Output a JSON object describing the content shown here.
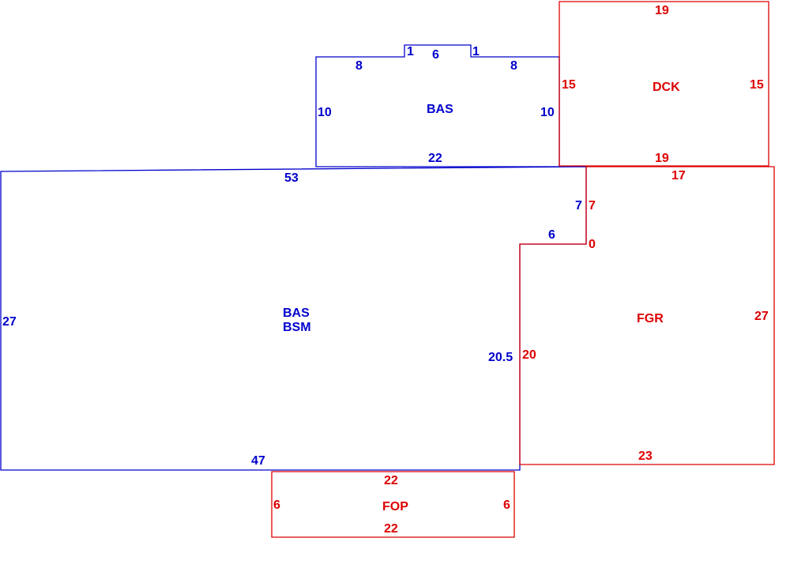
{
  "colors": {
    "living": "#0000cc",
    "other": "#dd0000"
  },
  "areas": {
    "bas_upper": {
      "label": "BAS"
    },
    "bas_main": {
      "label_line1": "BAS",
      "label_line2": "BSM"
    },
    "dck": {
      "label": "DCK"
    },
    "fgr": {
      "label": "FGR"
    },
    "fop": {
      "label": "FOP"
    }
  },
  "dims": {
    "bas_upper_left_top": "8",
    "bas_upper_step_left": "1",
    "bas_upper_notch_top": "6",
    "bas_upper_step_right": "1",
    "bas_upper_right_top": "8",
    "bas_upper_left": "10",
    "bas_upper_right": "10",
    "bas_upper_bottom": "22",
    "bas_main_top": "53",
    "bas_main_left": "27",
    "bas_main_bottom": "47",
    "bas_main_right_upper": "7",
    "bas_main_notch": "6",
    "bas_main_right_lower": "20.5",
    "dck_top": "19",
    "dck_left": "15",
    "dck_right": "15",
    "dck_bottom": "19",
    "fgr_top": "17",
    "fgr_left_upper": "7",
    "fgr_zero": "0",
    "fgr_left_lower": "20",
    "fgr_right": "27",
    "fgr_bottom": "23",
    "fop_top": "22",
    "fop_left": "6",
    "fop_right": "6",
    "fop_bottom": "22"
  }
}
